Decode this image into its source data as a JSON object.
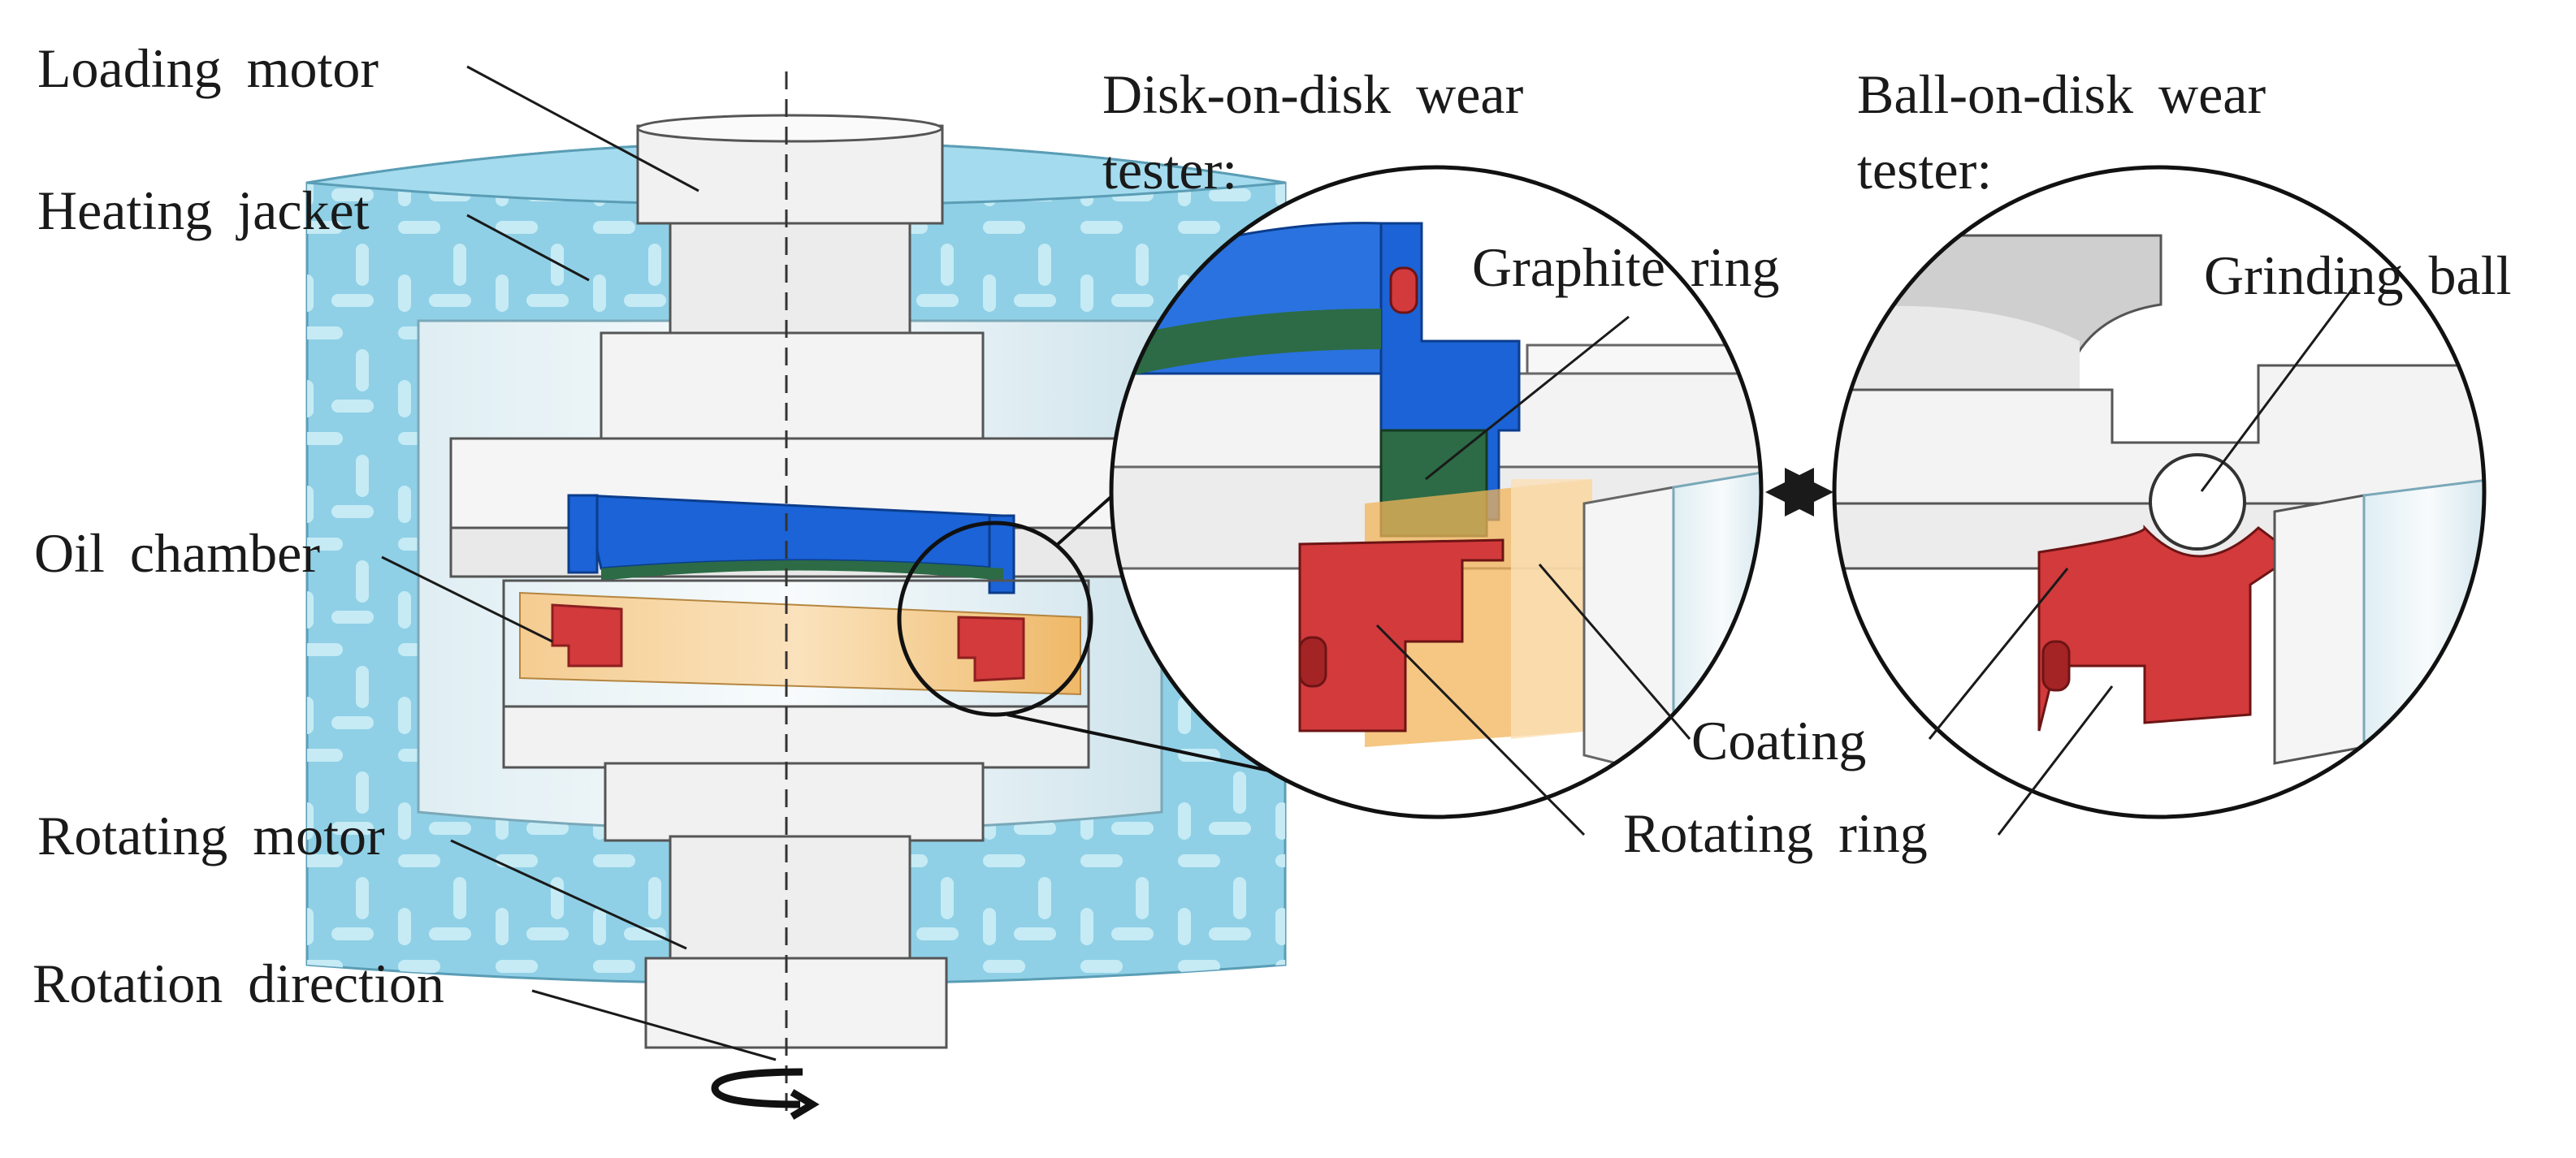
{
  "labels": {
    "loading_motor": "Loading motor",
    "heating_jacket": "Heating jacket",
    "oil_chamber": "Oil chamber",
    "rotating_motor": "Rotating motor",
    "rotation_direction": "Rotation direction",
    "disk_on_disk_line1": "Disk-on-disk wear",
    "disk_on_disk_line2": "tester:",
    "ball_on_disk_line1": "Ball-on-disk wear",
    "ball_on_disk_line2": "tester:",
    "graphite_ring": "Graphite ring",
    "grinding_ball": "Grinding ball",
    "coating": "Coating",
    "rotating_ring": "Rotating ring"
  },
  "colors": {
    "jacket": "#8fd0e6",
    "jacket_pattern": "#c9ecf6",
    "shaft": "#f1f1f1",
    "holder_blue": "#1b63d6",
    "graphite_green": "#2c6b45",
    "rotating_red": "#d23a3c",
    "oil_orange": "#f2b45a",
    "line": "#1a1a1a"
  }
}
